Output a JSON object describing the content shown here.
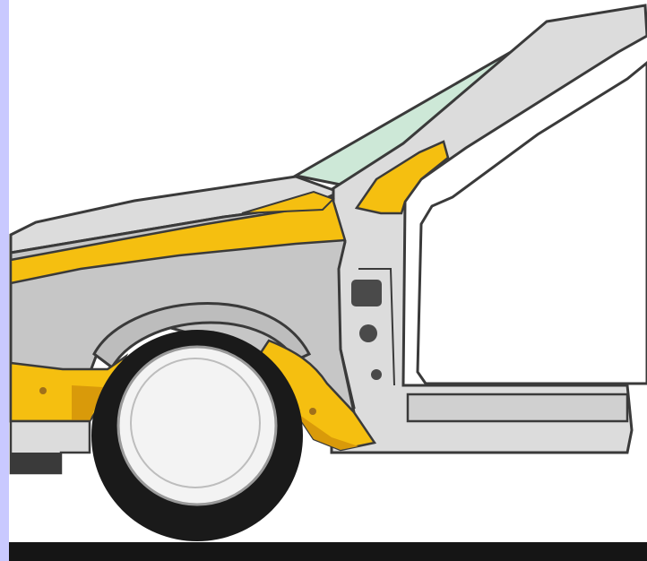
{
  "diagram": {
    "subject": "car-front-body-structure-side-view",
    "parts": [
      {
        "id": "hood",
        "kind": "body-panel"
      },
      {
        "id": "fender",
        "kind": "body-panel"
      },
      {
        "id": "windshield",
        "kind": "glass"
      },
      {
        "id": "a-pillar",
        "kind": "structure"
      },
      {
        "id": "door-opening",
        "kind": "structure"
      },
      {
        "id": "sill",
        "kind": "structure"
      },
      {
        "id": "wheel-arch",
        "kind": "structure"
      },
      {
        "id": "front-wheel",
        "kind": "wheel"
      },
      {
        "id": "front-bumper",
        "kind": "body-panel"
      },
      {
        "id": "ground-line",
        "kind": "ground"
      }
    ],
    "reinforcements": [
      {
        "id": "hood-edge-reinforcement"
      },
      {
        "id": "fender-reinforcement-strip"
      },
      {
        "id": "a-pillar-gusset"
      },
      {
        "id": "lower-front-rail"
      },
      {
        "id": "wheel-arch-reinforcement"
      }
    ]
  },
  "colors": {
    "body": "#dcdcdc",
    "body_dark": "#c6c6c6",
    "outline": "#3a3a3a",
    "reinforcement": "#f5bf10",
    "reinforcement_dark": "#d99a0a",
    "glass": "#cde8d7",
    "tire": "#1a1a1a",
    "rim": "#f3f3f3",
    "ground": "#151515",
    "side_strip": "#c9c9ff"
  }
}
